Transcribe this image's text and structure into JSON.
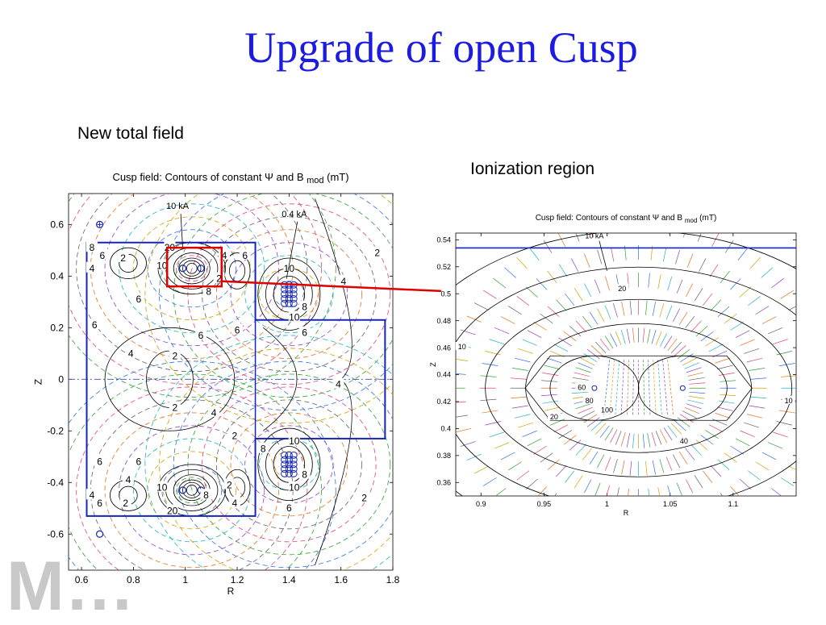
{
  "slide": {
    "title": "Upgrade of open Cusp",
    "caption_left": "New total field",
    "caption_right": "Ionization region",
    "logo_text": "M..."
  },
  "colors": {
    "title": "#1c1ce0",
    "boundary": "#1426b8",
    "highlight": "#e00000",
    "contour": "#000000",
    "coil": "#1426b8"
  },
  "chart_data": [
    {
      "type": "contour",
      "title": "Cusp field: Contours of constant Ψ and B",
      "title_subscript": "mod",
      "title_unit": "(mT)",
      "xlabel": "R",
      "ylabel": "Z",
      "xlim": [
        0.55,
        1.8
      ],
      "ylim": [
        -0.74,
        0.72
      ],
      "xticks": [
        "0.6",
        "0.8",
        "1",
        "1.2",
        "1.4",
        "1.6",
        "1.8"
      ],
      "xtick_values": [
        0.6,
        0.8,
        1.0,
        1.2,
        1.4,
        1.6,
        1.8
      ],
      "yticks": [
        "0.6",
        "0.4",
        "0.2",
        "0",
        "-0.2",
        "-0.4",
        "-0.6"
      ],
      "ytick_values": [
        0.6,
        0.4,
        0.2,
        0,
        -0.2,
        -0.4,
        -0.6
      ],
      "grid": false,
      "annotations": [
        {
          "text": "10 kA",
          "x": 0.97,
          "y": 0.66,
          "tx": 0.99,
          "ty": 0.51
        },
        {
          "text": "0.4 kA",
          "x": 1.42,
          "y": 0.63,
          "tx": 1.39,
          "ty": 0.39
        }
      ],
      "contour_labels": [
        {
          "text": "8",
          "x": 0.64,
          "y": 0.51
        },
        {
          "text": "6",
          "x": 0.68,
          "y": 0.48
        },
        {
          "text": "4",
          "x": 0.64,
          "y": 0.43
        },
        {
          "text": "2",
          "x": 0.76,
          "y": 0.47
        },
        {
          "text": "20",
          "x": 0.94,
          "y": 0.51
        },
        {
          "text": "10",
          "x": 0.91,
          "y": 0.44
        },
        {
          "text": "6",
          "x": 0.82,
          "y": 0.31
        },
        {
          "text": "8",
          "x": 1.09,
          "y": 0.34
        },
        {
          "text": "2",
          "x": 1.13,
          "y": 0.39
        },
        {
          "text": "4",
          "x": 1.15,
          "y": 0.48
        },
        {
          "text": "6",
          "x": 1.23,
          "y": 0.48
        },
        {
          "text": "10",
          "x": 1.4,
          "y": 0.43
        },
        {
          "text": "8",
          "x": 1.46,
          "y": 0.28
        },
        {
          "text": "10",
          "x": 1.42,
          "y": 0.24
        },
        {
          "text": "6",
          "x": 1.46,
          "y": 0.18
        },
        {
          "text": "4",
          "x": 1.61,
          "y": 0.38
        },
        {
          "text": "2",
          "x": 1.74,
          "y": 0.49
        },
        {
          "text": "6",
          "x": 0.65,
          "y": 0.21
        },
        {
          "text": "4",
          "x": 0.79,
          "y": 0.1
        },
        {
          "text": "2",
          "x": 0.96,
          "y": 0.09
        },
        {
          "text": "6",
          "x": 1.06,
          "y": 0.17
        },
        {
          "text": "6",
          "x": 1.2,
          "y": 0.19
        },
        {
          "text": "2",
          "x": 0.96,
          "y": -0.11
        },
        {
          "text": "4",
          "x": 1.11,
          "y": -0.13
        },
        {
          "text": "4",
          "x": 1.59,
          "y": -0.02
        },
        {
          "text": "2",
          "x": 1.19,
          "y": -0.22
        },
        {
          "text": "8",
          "x": 1.3,
          "y": -0.27
        },
        {
          "text": "10",
          "x": 1.42,
          "y": -0.24
        },
        {
          "text": "8",
          "x": 1.46,
          "y": -0.37
        },
        {
          "text": "10",
          "x": 1.42,
          "y": -0.42
        },
        {
          "text": "6",
          "x": 1.4,
          "y": -0.5
        },
        {
          "text": "6",
          "x": 0.67,
          "y": -0.32
        },
        {
          "text": "6",
          "x": 0.82,
          "y": -0.32
        },
        {
          "text": "4",
          "x": 0.78,
          "y": -0.39
        },
        {
          "text": "10",
          "x": 0.91,
          "y": -0.42
        },
        {
          "text": "4",
          "x": 0.64,
          "y": -0.45
        },
        {
          "text": "6",
          "x": 0.67,
          "y": -0.48
        },
        {
          "text": "2",
          "x": 0.77,
          "y": -0.48
        },
        {
          "text": "20",
          "x": 0.95,
          "y": -0.51
        },
        {
          "text": "8",
          "x": 1.08,
          "y": -0.45
        },
        {
          "text": "2",
          "x": 1.17,
          "y": -0.41
        },
        {
          "text": "4",
          "x": 1.19,
          "y": -0.48
        },
        {
          "text": "2",
          "x": 1.69,
          "y": -0.46
        }
      ],
      "coil_markers": [
        {
          "x": 0.67,
          "y": 0.6
        },
        {
          "x": 0.67,
          "y": -0.6
        },
        {
          "x": 0.99,
          "y": 0.43
        },
        {
          "x": 1.06,
          "y": 0.43
        },
        {
          "x": 0.99,
          "y": -0.43
        },
        {
          "x": 1.06,
          "y": -0.43
        }
      ]
    },
    {
      "type": "contour",
      "title": "Cusp field: Contours of constant Ψ and B",
      "title_subscript": "mod",
      "title_unit": "(mT)",
      "xlabel": "R",
      "ylabel": "Z",
      "xlim": [
        0.88,
        1.15
      ],
      "ylim": [
        0.35,
        0.545
      ],
      "xticks": [
        "0.9",
        "0.95",
        "1",
        "1.05",
        "1.1"
      ],
      "xtick_values": [
        0.9,
        0.95,
        1.0,
        1.05,
        1.1
      ],
      "yticks": [
        "0.54",
        "0.52",
        "0.5",
        "0.48",
        "0.46",
        "0.44",
        "0.42",
        "0.4",
        "0.38",
        "0.36"
      ],
      "ytick_values": [
        0.54,
        0.52,
        0.5,
        0.48,
        0.46,
        0.44,
        0.42,
        0.4,
        0.38,
        0.36
      ],
      "grid": false,
      "annotations": [
        {
          "text": "10 kA",
          "x": 0.99,
          "y": 0.541,
          "tx": 1.0,
          "ty": 0.517
        }
      ],
      "contour_labels": [
        {
          "text": "20",
          "x": 1.012,
          "y": 0.503
        },
        {
          "text": "10",
          "x": 0.885,
          "y": 0.46
        },
        {
          "text": "60",
          "x": 0.98,
          "y": 0.43
        },
        {
          "text": "80",
          "x": 0.986,
          "y": 0.42
        },
        {
          "text": "100",
          "x": 1.0,
          "y": 0.413
        },
        {
          "text": "20",
          "x": 0.958,
          "y": 0.408
        },
        {
          "text": "40",
          "x": 1.061,
          "y": 0.39
        },
        {
          "text": "10",
          "x": 1.144,
          "y": 0.42
        }
      ],
      "coil_markers": [
        {
          "x": 0.99,
          "y": 0.43
        },
        {
          "x": 1.06,
          "y": 0.43
        }
      ]
    }
  ]
}
